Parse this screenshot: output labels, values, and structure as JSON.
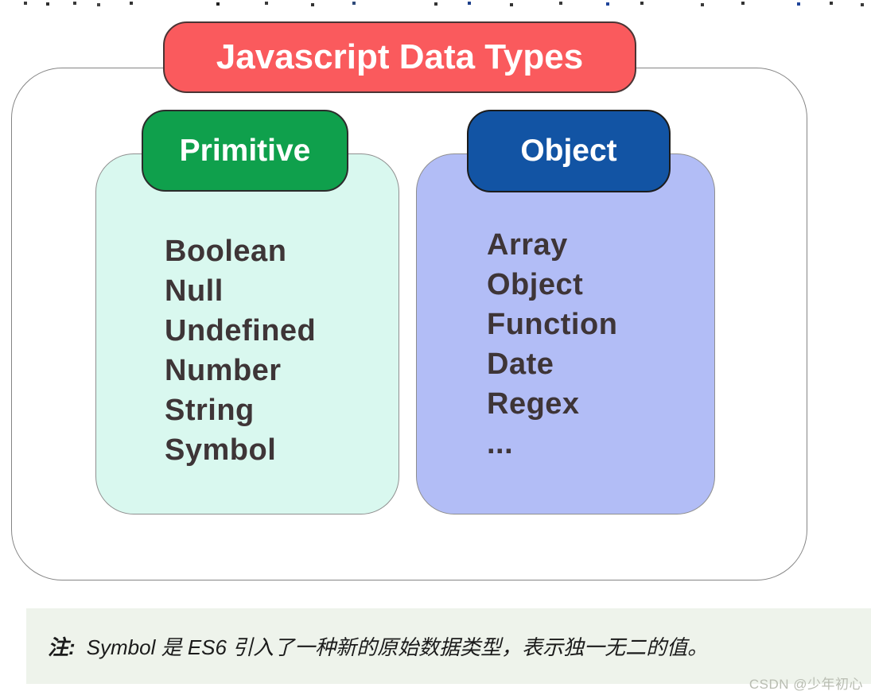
{
  "diagram": {
    "title": {
      "label": "Javascript Data Types",
      "bg_color": "#fa5a5d",
      "text_color": "#ffffff"
    },
    "groups": [
      {
        "name": "Primitive",
        "header_bg": "#0fa04c",
        "panel_bg": "#d9f8ef",
        "items": [
          "Boolean",
          "Null",
          "Undefined",
          "Number",
          "String",
          "Symbol"
        ]
      },
      {
        "name": "Object",
        "header_bg": "#1254a4",
        "panel_bg": "#b2bdf6",
        "items": [
          "Array",
          "Object",
          "Function",
          "Date",
          "Regex",
          "..."
        ]
      }
    ],
    "list_text_color": "#3e3537",
    "outer_border_color": "#858585"
  },
  "note": {
    "prefix": "注:",
    "body": "Symbol 是 ES6 引入了一种新的原始数据类型，表示独一无二的值。",
    "bg_color": "#eef3eb"
  },
  "watermark": {
    "text": "CSDN @少年初心",
    "color": "#b9bdb2"
  }
}
